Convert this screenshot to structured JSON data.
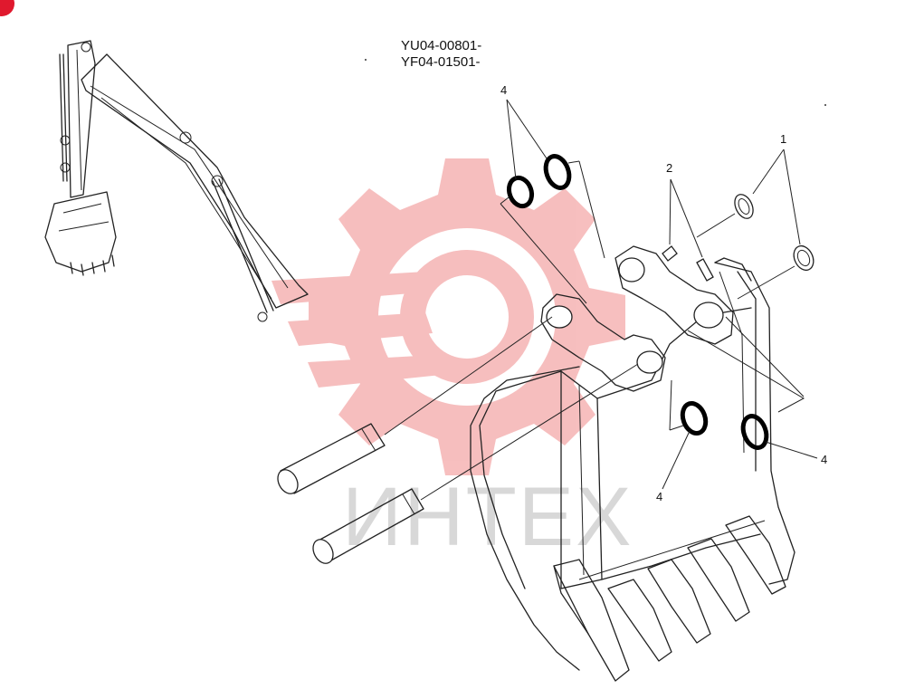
{
  "diagram": {
    "model_codes": [
      "YU04-00801-",
      "YF04-01501-"
    ],
    "callouts": {
      "ring_top": "4",
      "snap_ring": "1",
      "pin": "2",
      "ring_right": "4",
      "ring_bottom": "4"
    },
    "watermark": {
      "text": "ИНТЕХ",
      "color": "#f08a8a"
    }
  }
}
